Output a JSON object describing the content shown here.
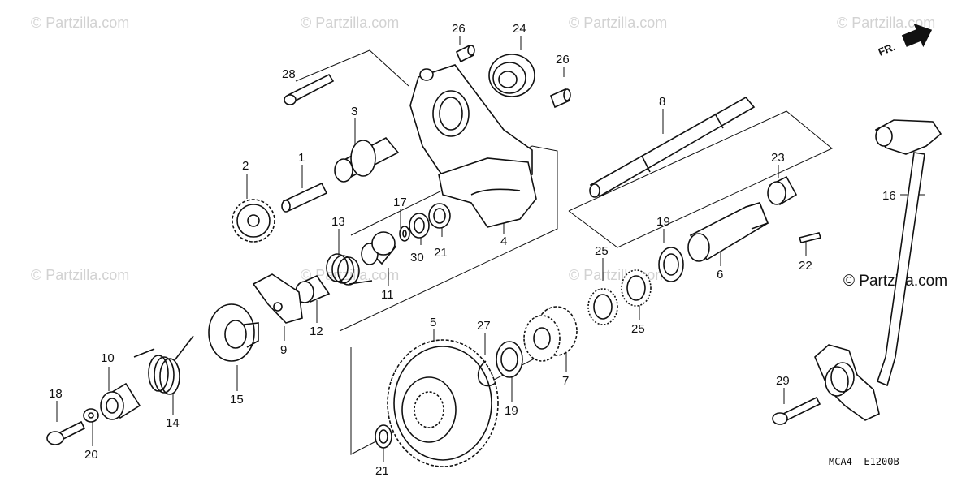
{
  "watermarks": [
    "© Partzilla.com",
    "© Partzilla.com",
    "© Partzilla.com",
    "© Partzilla.com",
    "© Partzilla.com",
    "© Partzilla.com",
    "© Partzilla.com"
  ],
  "watermark_right": "© Partzilla.com",
  "diagram_code": "MCA4- E1200B",
  "front_indicator": "FR.",
  "callouts": [
    "1",
    "2",
    "3",
    "4",
    "5",
    "6",
    "7",
    "8",
    "9",
    "10",
    "11",
    "12",
    "13",
    "14",
    "15",
    "16",
    "17",
    "18",
    "19",
    "19",
    "20",
    "21",
    "21",
    "22",
    "23",
    "24",
    "25",
    "25",
    "26",
    "26",
    "27",
    "28",
    "29",
    "30"
  ]
}
